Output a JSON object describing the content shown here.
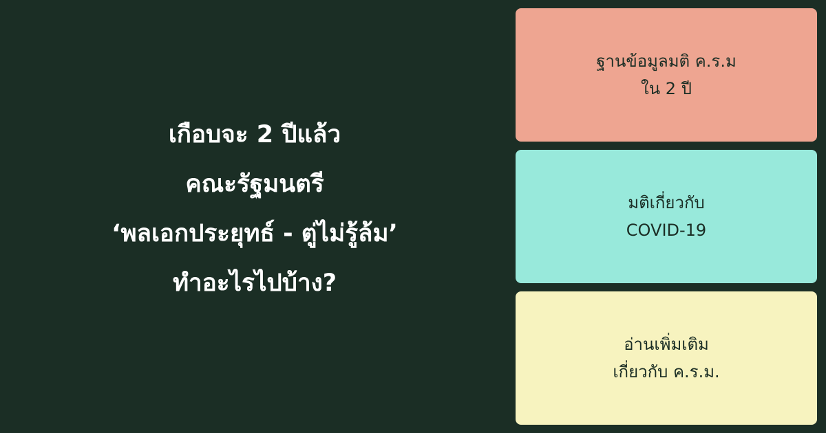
{
  "colors": {
    "background": "#1b2e25",
    "headline_text": "#ffffff",
    "card_text": "#1b2e25",
    "card_1_bg": "#eea591",
    "card_2_bg": "#98e9db",
    "card_3_bg": "#f7f3bf"
  },
  "headline": {
    "lines": [
      "เกือบจะ 2 ปีแล้ว",
      "คณะรัฐมนตรี",
      "‘พลเอกประยุทธ์ - ตู่ไม่รู้ล้ม’",
      "ทำอะไรไปบ้าง?"
    ]
  },
  "cards": [
    {
      "lines": [
        "ฐานข้อมูลมติ ค.ร.ม",
        "ใน 2 ปี"
      ]
    },
    {
      "lines": [
        "มติเกี่ยวกับ",
        "COVID-19"
      ]
    },
    {
      "lines": [
        "อ่านเพิ่มเติม",
        "เกี่ยวกับ ค.ร.ม."
      ]
    }
  ]
}
